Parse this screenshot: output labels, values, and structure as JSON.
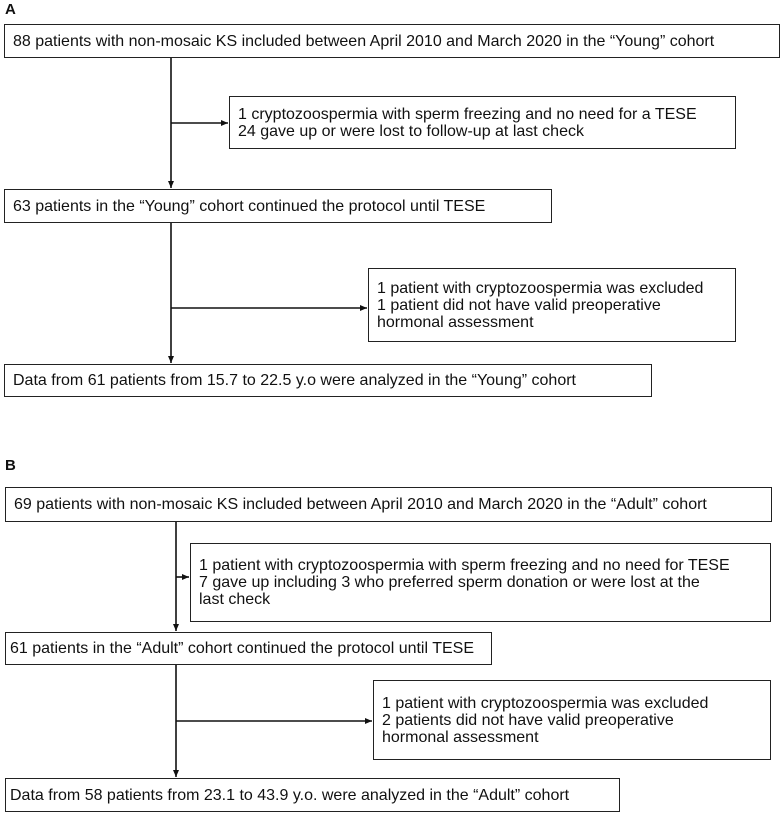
{
  "panels": [
    {
      "label": "A",
      "boxes": [
        {
          "lines": [
            "88 patients with non-mosaic KS included between April 2010 and March 2020 in the “Young” cohort"
          ]
        },
        {
          "lines": [
            "1 cryptozoospermia with sperm freezing and no need for a TESE",
            "24 gave up or were lost to follow-up at last check"
          ]
        },
        {
          "lines": [
            "63 patients in the “Young” cohort continued the protocol until TESE"
          ]
        },
        {
          "lines": [
            "1 patient with cryptozoospermia was excluded",
            "1 patient did not have valid preoperative",
            "hormonal assessment"
          ]
        },
        {
          "lines": [
            "Data from 61 patients from 15.7 to 22.5 y.o were analyzed in the “Young” cohort"
          ]
        }
      ]
    },
    {
      "label": "B",
      "boxes": [
        {
          "lines": [
            "69 patients with non-mosaic KS included between April 2010 and March 2020 in the “Adult” cohort"
          ]
        },
        {
          "lines": [
            "1 patient with cryptozoospermia with sperm freezing and no need for TESE",
            "7 gave up including 3 who preferred sperm donation or were lost at the",
            "last check"
          ]
        },
        {
          "lines": [
            "61 patients in the “Adult” cohort continued the protocol until TESE"
          ]
        },
        {
          "lines": [
            "1 patient with cryptozoospermia was excluded",
            "2 patients did not have valid preoperative",
            "hormonal assessment"
          ]
        },
        {
          "lines": [
            "Data from 58 patients from 23.1 to 43.9 y.o.  were analyzed in the “Adult” cohort"
          ]
        }
      ]
    }
  ]
}
